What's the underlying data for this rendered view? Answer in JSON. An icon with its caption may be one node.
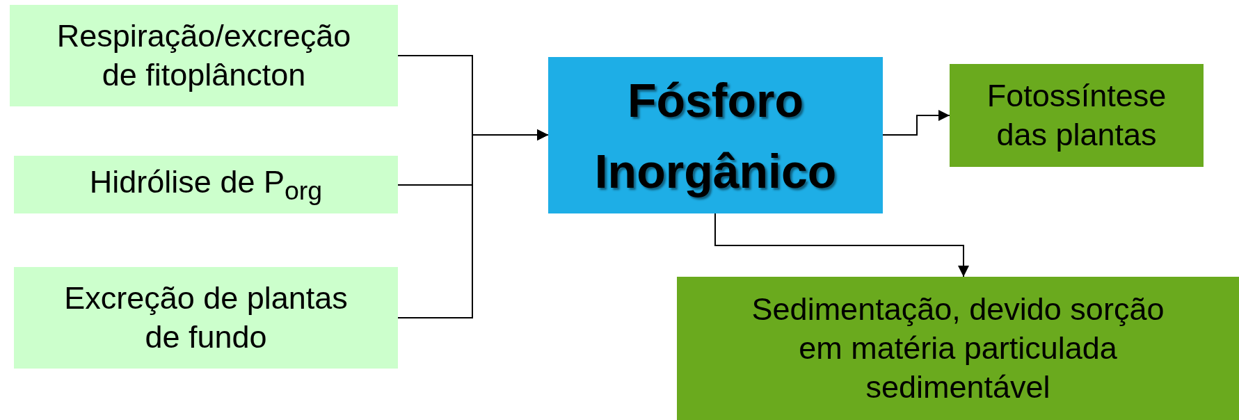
{
  "diagram": {
    "nodes": [
      {
        "text": [
          "Respiração/excreção de fitoplâncton"
        ]
      },
      {
        "text": [
          "Hidrólise de P$_{org}$"
        ]
      },
      {
        "text": [
          "Excreção de plantas de fundo"
        ]
      },
      {
        "text": [
          "Fósforo Inorgânico"
        ]
      },
      {
        "text": [
          "Fotossíntese das plantas"
        ]
      },
      {
        "text": [
          "Sedimentação, devido sorção em matéria particulada sedimentável"
        ]
      }
    ],
    "edges": [
      {
        "from": 0,
        "to": 3,
        "arrow": "to"
      },
      {
        "from": 1,
        "to": 3,
        "arrow": "to"
      },
      {
        "from": 2,
        "to": 3,
        "arrow": "to"
      },
      {
        "from": 3,
        "to": 4,
        "arrow": "to"
      },
      {
        "from": 3,
        "to": 5,
        "arrow": "to"
      }
    ]
  }
}
